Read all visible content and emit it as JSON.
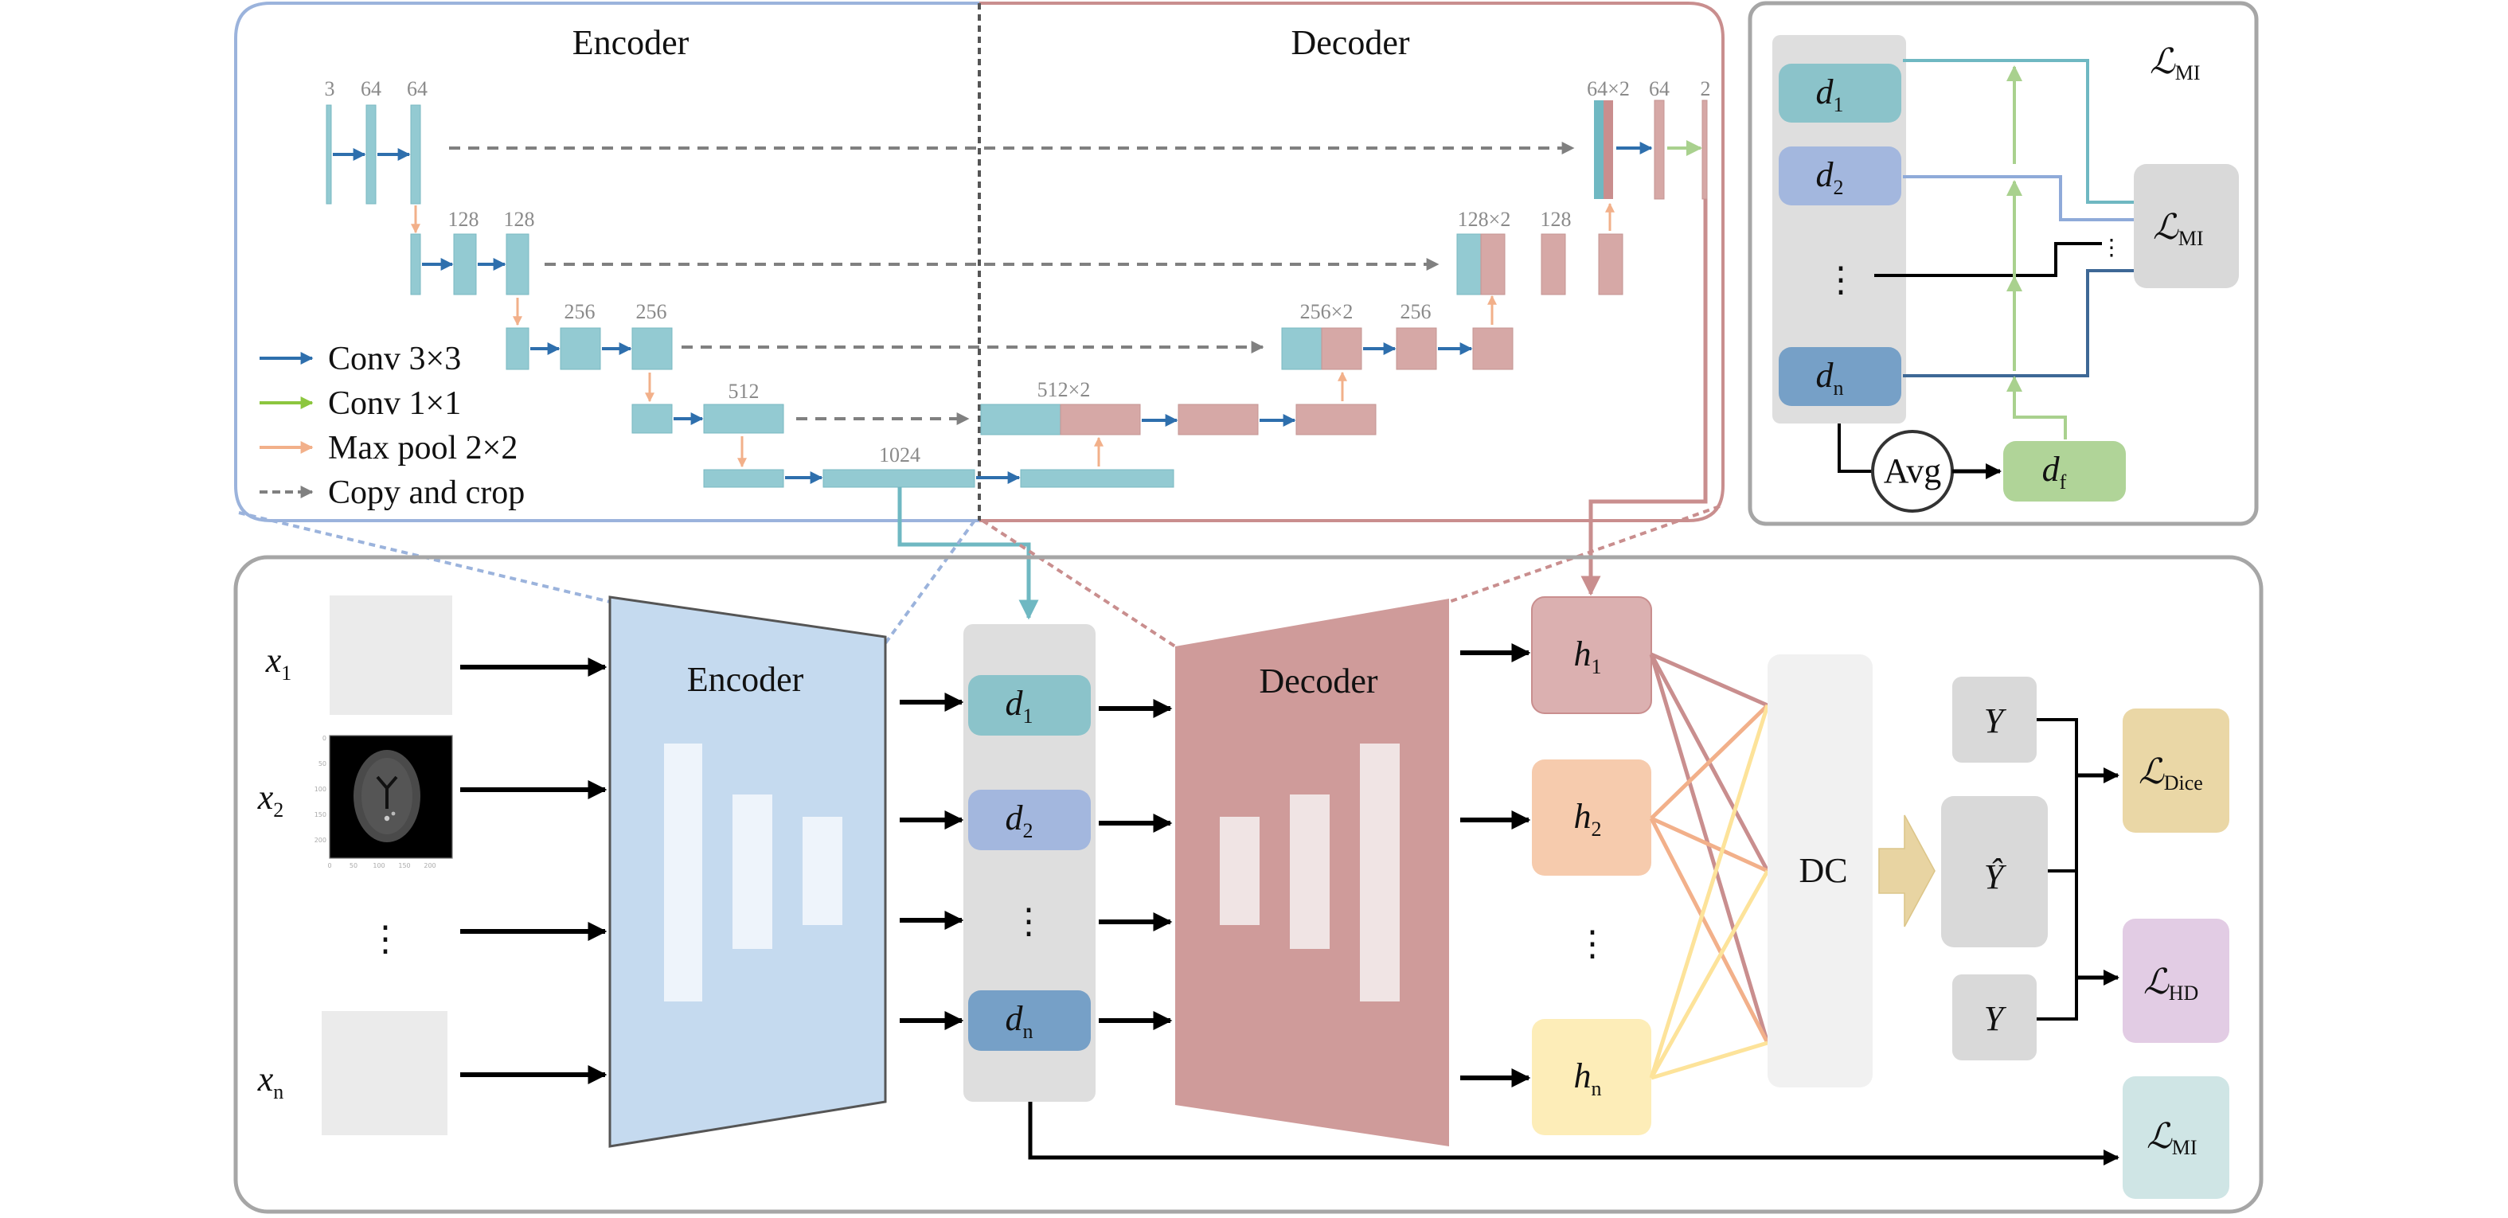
{
  "unet": {
    "encoder_title": "Encoder",
    "decoder_title": "Decoder",
    "encoder_dims": {
      "l1": [
        "3",
        "64",
        "64"
      ],
      "l2": [
        "128",
        "128"
      ],
      "l3": [
        "256",
        "256"
      ],
      "l4": [
        "512"
      ],
      "l5": [
        "1024"
      ]
    },
    "decoder_dims": {
      "l1": [
        "64×2",
        "64",
        "2"
      ],
      "l2": [
        "128×2",
        "128"
      ],
      "l3": [
        "256×2",
        "256"
      ],
      "l4": [
        "512×2"
      ]
    },
    "legend": [
      {
        "label": "Conv 3×3",
        "color": "#2e6fad",
        "style": "solid"
      },
      {
        "label": "Conv 1×1",
        "color": "#8cc63f",
        "style": "solid"
      },
      {
        "label": "Max pool 2×2",
        "color": "#f2b08a",
        "style": "solid"
      },
      {
        "label": "Copy and crop",
        "color": "#808080",
        "style": "dashed"
      }
    ]
  },
  "mi_panel": {
    "features": [
      {
        "base": "d",
        "sub": "1",
        "color": "#8bc3ca"
      },
      {
        "base": "d",
        "sub": "2",
        "color": "#a3b7de"
      },
      {
        "base": "d",
        "sub": "n",
        "color": "#76a0c7"
      }
    ],
    "ellipsis": "⋮",
    "avg_label": "Avg",
    "fused": {
      "base": "d",
      "sub": "f",
      "color": "#b0d498"
    },
    "loss_box": {
      "base": "ℒ",
      "sub": "MI"
    },
    "panel_title": {
      "base": "ℒ",
      "sub": "MI"
    }
  },
  "pipeline": {
    "inputs": [
      {
        "base": "x",
        "sub": "1",
        "kind": "blank"
      },
      {
        "base": "x",
        "sub": "2",
        "kind": "mri"
      },
      {
        "base": "",
        "sub": "",
        "kind": "ellipsis"
      },
      {
        "base": "x",
        "sub": "n",
        "kind": "blank"
      }
    ],
    "mri_ticks_x": [
      "0",
      "50",
      "100",
      "150",
      "200"
    ],
    "mri_ticks_y": [
      "0",
      "50",
      "100",
      "150",
      "200"
    ],
    "encoder_label": "Encoder",
    "decoder_label": "Decoder",
    "features": [
      {
        "base": "d",
        "sub": "1",
        "color": "#8bc3ca"
      },
      {
        "base": "d",
        "sub": "2",
        "color": "#a3b7de"
      },
      {
        "base": "",
        "sub": "",
        "color": ""
      },
      {
        "base": "d",
        "sub": "n",
        "color": "#76a0c7"
      }
    ],
    "heads": [
      {
        "base": "h",
        "sub": "1",
        "color": "#dbb0b0"
      },
      {
        "base": "h",
        "sub": "2",
        "color": "#f6cbad"
      },
      {
        "base": "h",
        "sub": "n",
        "color": "#fdedb8"
      }
    ],
    "ellipsis": "⋮",
    "dc_label": "DC",
    "targets": [
      {
        "text": "Y"
      },
      {
        "text": "Ŷ"
      },
      {
        "text": "Y"
      }
    ],
    "losses": [
      {
        "base": "ℒ",
        "sub": "Dice",
        "color": "#ead7a6"
      },
      {
        "base": "ℒ",
        "sub": "HD",
        "color": "#e2cce4"
      },
      {
        "base": "ℒ",
        "sub": "MI",
        "color": "#cfe5e5"
      }
    ]
  },
  "colors": {
    "enc_block": "#93cad2",
    "dec_block": "#d6a8a6",
    "encoder_panel": "#c5daef",
    "decoder_panel": "#cf9b9a",
    "unet_enc_border": "#9bb3dc",
    "unet_dec_border": "#c98e8e",
    "panel_border": "#a6a6a6"
  }
}
